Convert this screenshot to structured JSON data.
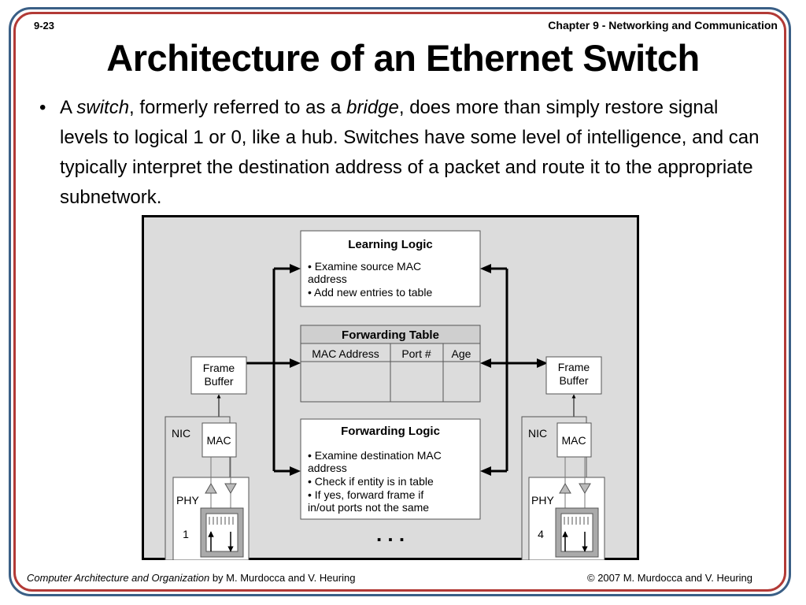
{
  "header": {
    "slide_number": "9-23",
    "chapter": "Chapter 9 - Networking and Communication"
  },
  "title": "Architecture of an Ethernet Switch",
  "bullet": {
    "t1": "A ",
    "t2": "switch",
    "t3": ", formerly referred to as a ",
    "t4": "bridge",
    "t5": ", does more than simply restore signal levels to logical 1 or 0, like a hub. Switches have some level of intelligence, and can typically interpret the destination address of a packet and route it to the appropriate subnetwork."
  },
  "diagram": {
    "learning_logic": {
      "title": "Learning Logic",
      "l1": "• Examine source MAC",
      "l2": "address",
      "l3": "• Add new entries to table"
    },
    "forwarding_table": {
      "title": "Forwarding Table",
      "col_mac": "MAC Address",
      "col_port": "Port #",
      "col_age": "Age"
    },
    "forwarding_logic": {
      "title": "Forwarding Logic",
      "l1": "• Examine destination MAC",
      "l2": "address",
      "l3": "• Check if entity is in table",
      "l4": "• If yes, forward frame if",
      "l5": "in/out ports not the same"
    },
    "left_port": {
      "frame1": "Frame",
      "frame2": "Buffer",
      "nic": "NIC",
      "mac": "MAC",
      "phy": "PHY",
      "num": "1"
    },
    "right_port": {
      "frame1": "Frame",
      "frame2": "Buffer",
      "nic": "NIC",
      "mac": "MAC",
      "phy": "PHY",
      "num": "4"
    },
    "ellipsis": ". . ."
  },
  "footer": {
    "book": "Computer Architecture and Organization",
    "authors": " by M. Murdocca and V. Heuring",
    "copyright": "© 2007 M. Murdocca and V. Heuring"
  }
}
